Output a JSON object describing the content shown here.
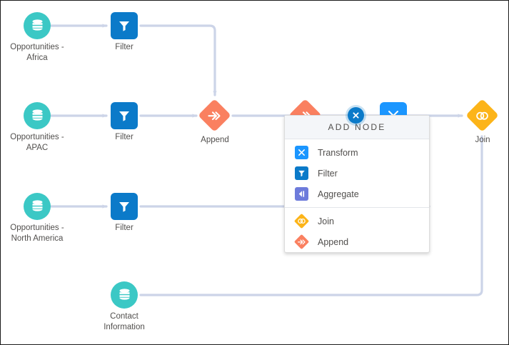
{
  "canvas": {
    "background": "#ffffff",
    "border_color": "#1a1a1a",
    "connector_color": "#ccd4e8"
  },
  "colors": {
    "dataset": "#3bc8c5",
    "filter": "#0b7ac9",
    "transform": "#1b96ff",
    "aggregate": "#6d7bdb",
    "append": "#fa8060",
    "join": "#fcb419",
    "accent": "#0b7ac9",
    "label_text": "#514f4d",
    "popup_header_bg": "#f4f6f9"
  },
  "nodes": [
    {
      "id": "ds-africa",
      "type": "dataset",
      "icon": "database-icon",
      "label_line1": "Opportunities -",
      "label_line2": "Africa"
    },
    {
      "id": "filter-africa",
      "type": "filter",
      "icon": "funnel-icon",
      "label_line1": "Filter",
      "label_line2": ""
    },
    {
      "id": "ds-apac",
      "type": "dataset",
      "icon": "database-icon",
      "label_line1": "Opportunities -",
      "label_line2": "APAC"
    },
    {
      "id": "filter-apac",
      "type": "filter",
      "icon": "funnel-icon",
      "label_line1": "Filter",
      "label_line2": ""
    },
    {
      "id": "append",
      "type": "append",
      "icon": "append-arrow-icon",
      "label_line1": "Append",
      "label_line2": ""
    },
    {
      "id": "ds-na",
      "type": "dataset",
      "icon": "database-icon",
      "label_line1": "Opportunities -",
      "label_line2": "North America"
    },
    {
      "id": "filter-na",
      "type": "filter",
      "icon": "funnel-icon",
      "label_line1": "Filter",
      "label_line2": ""
    },
    {
      "id": "ds-contact",
      "type": "dataset",
      "icon": "database-icon",
      "label_line1": "Contact",
      "label_line2": "Information"
    },
    {
      "id": "join",
      "type": "join",
      "icon": "join-rings-icon",
      "label_line1": "Join",
      "label_line2": ""
    },
    {
      "id": "append-hidden",
      "type": "append",
      "icon": "append-arrow-icon",
      "label_line1": "",
      "label_line2": ""
    },
    {
      "id": "transform-hidden",
      "type": "transform",
      "icon": "transform-icon",
      "label_line1": "",
      "label_line2": ""
    }
  ],
  "popup": {
    "title": "ADD NODE",
    "close_label": "×",
    "groups": [
      {
        "items": [
          {
            "label": "Transform",
            "icon": "transform-icon",
            "color": "#1b96ff",
            "shape": "square"
          },
          {
            "label": "Filter",
            "icon": "funnel-icon",
            "color": "#0b7ac9",
            "shape": "square"
          },
          {
            "label": "Aggregate",
            "icon": "aggregate-icon",
            "color": "#6d7bdb",
            "shape": "square"
          }
        ]
      },
      {
        "items": [
          {
            "label": "Join",
            "icon": "join-rings-icon",
            "color": "#fcb419",
            "shape": "diamond"
          },
          {
            "label": "Append",
            "icon": "append-arrow-icon",
            "color": "#fa8060",
            "shape": "diamond"
          }
        ]
      }
    ]
  }
}
